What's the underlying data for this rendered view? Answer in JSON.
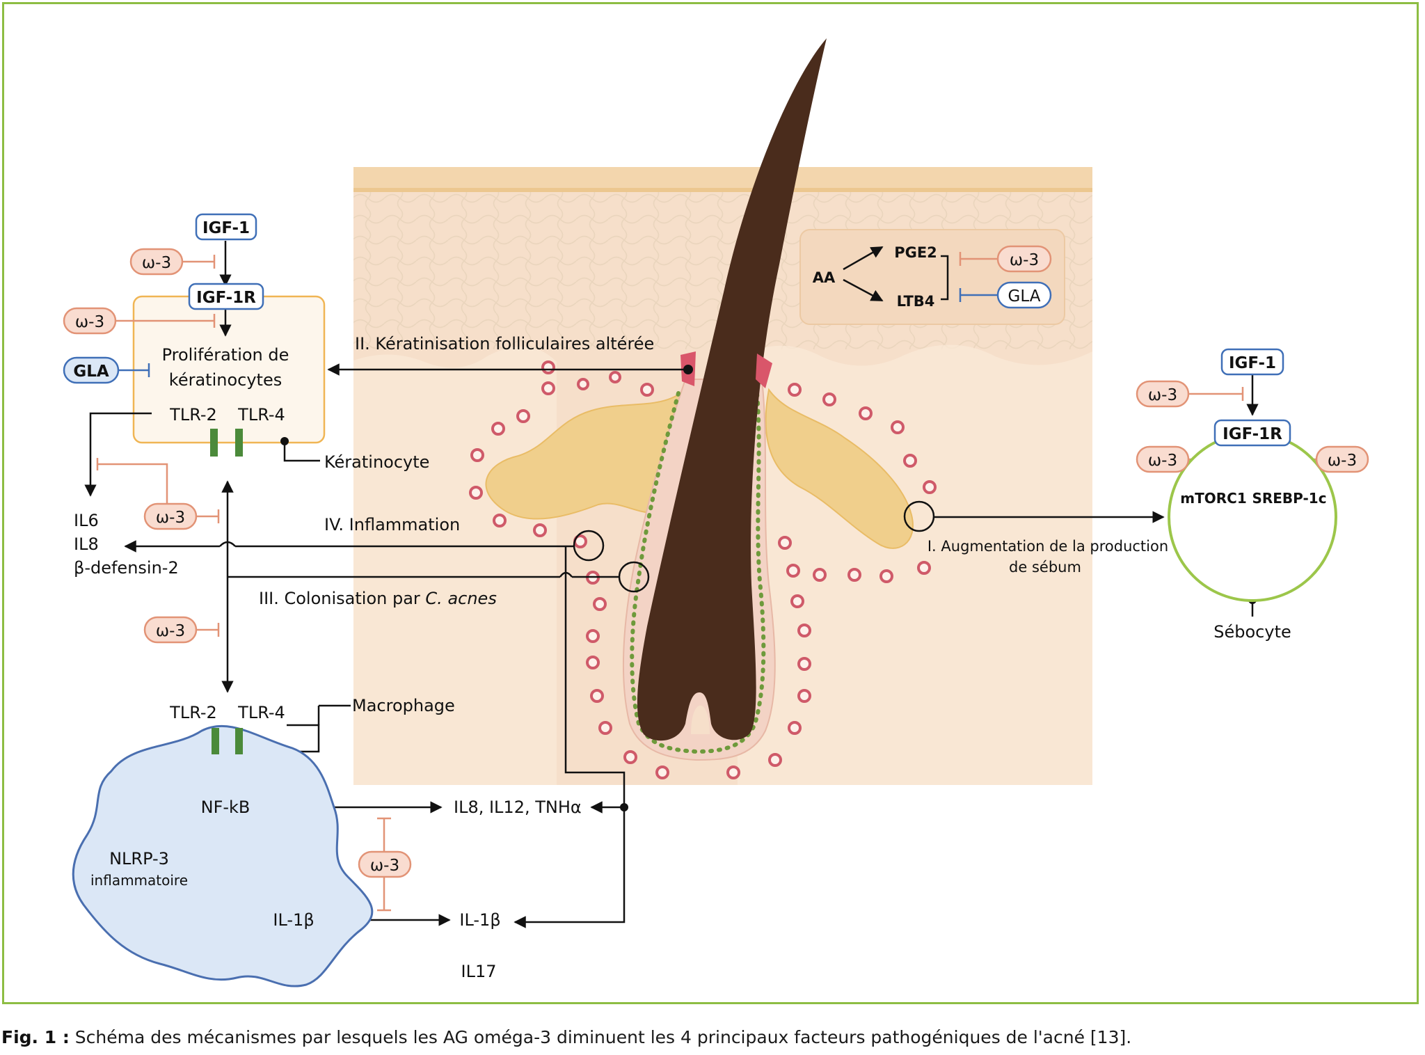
{
  "caption": {
    "label": "Fig. 1 :",
    "text": "Schéma des mécanismes par lesquels les AG oméga-3 diminuent les 4 principaux facteurs pathogéniques de l'acné [13]."
  },
  "keratinocyte": {
    "igf1": "IGF-1",
    "igf1r": "IGF-1R",
    "proliferation_line1": "Prolifération de",
    "proliferation_line2": "kératinocytes",
    "tlr2": "TLR-2",
    "tlr4": "TLR-4",
    "cell_label": "Kératinocyte",
    "gla": "GLA"
  },
  "omega3": "ω-3",
  "gla_label": "GLA",
  "cytokines_left": [
    "IL6",
    "IL8",
    "β-defensin-2"
  ],
  "pathways": {
    "keratinisation": "II. Kératinisation folliculaires altérée",
    "inflammation": "IV. Inflammation",
    "colonisation_prefix": "III. Colonisation par ",
    "colonisation_species": "C. acnes",
    "sebum_line1": "I. Augmentation de la production",
    "sebum_line2": "de sébum"
  },
  "eicosanoids": {
    "aa": "AA",
    "pge2": "PGE2",
    "ltb4": "LTB4"
  },
  "macrophage": {
    "tlr2": "TLR-2",
    "tlr4": "TLR-4",
    "cell_label": "Macrophage",
    "nfkb": "NF-kB",
    "nlrp3_line1": "NLRP-3",
    "nlrp3_line2": "inflammatoire",
    "il1b_inner": "IL-1β",
    "il1b_outer": "IL-1β",
    "cytokines": "IL8, IL12, TNHα",
    "il17": "IL17"
  },
  "sebocyte": {
    "igf1": "IGF-1",
    "igf1r": "IGF-1R",
    "mtorc1": "mTORC1",
    "srebp": "SREBP-1c",
    "cell_label": "Sébocyte"
  },
  "colors": {
    "frame": "#8dbd43",
    "omega_fill": "#f9dcd0",
    "omega_stroke": "#e29376",
    "blue_stroke": "#3f6fb7",
    "skin": "#f7e3cf",
    "hair": "#4a2c1c",
    "macrophage_fill": "#dbe7f6",
    "sebocyte_ring": "#9cc64a",
    "keratinocyte_stroke": "#f0b554"
  }
}
